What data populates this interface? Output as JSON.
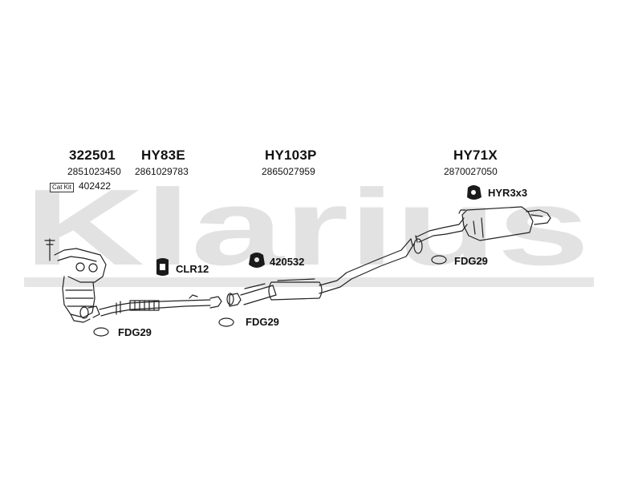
{
  "watermark": "Klarius",
  "colors": {
    "watermark": "#e2e2e2",
    "line": "#222222"
  },
  "parts": {
    "cat": {
      "code": "322501",
      "number": "2851023450",
      "catkit_label": "Cat Kit",
      "catkit_number": "402422"
    },
    "front_pipe": {
      "code": "HY83E",
      "number": "2861029783"
    },
    "middle_silencer": {
      "code": "HY103P",
      "number": "2865027959"
    },
    "rear_silencer": {
      "code": "HY71X",
      "number": "2870027050"
    }
  },
  "fittings": {
    "clr12": "CLR12",
    "bracket_420532": "420532",
    "hyr": "HYR3x3",
    "fdg_rear": "FDG29",
    "fdg_mid": "FDG29",
    "fdg_front": "FDG29"
  }
}
